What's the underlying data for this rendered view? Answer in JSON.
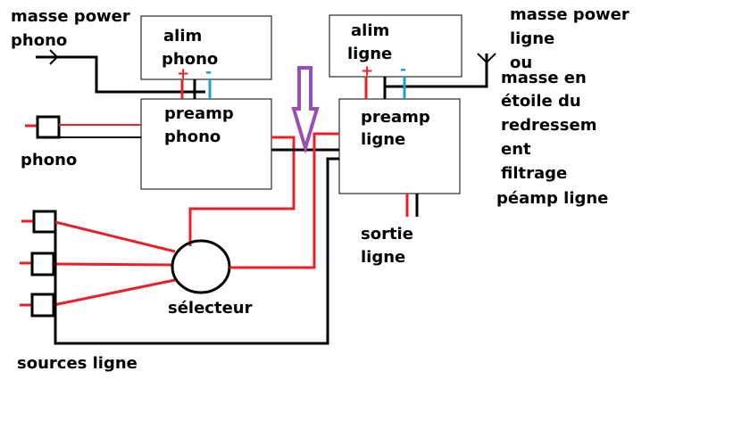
{
  "colors": {
    "ink": "#000000",
    "positive": "#e8202a",
    "negative": "#1aa0d8",
    "arrow": "#9b4fb4",
    "background": "#ffffff"
  },
  "labels": {
    "masse_power_phono": [
      "masse power",
      "phono"
    ],
    "alim_phono": [
      "alim",
      "phono"
    ],
    "alim_ligne": [
      "alim",
      "ligne"
    ],
    "masse_power_ligne": [
      "masse power",
      "ligne",
      "ou",
      "masse en",
      "étoile du",
      "redressem",
      "ent",
      "filtrage",
      "péamp ligne"
    ],
    "preamp_phono": [
      "preamp",
      "phono"
    ],
    "preamp_ligne": [
      "preamp",
      "ligne"
    ],
    "phono": "phono",
    "selecteur": "sélecteur",
    "sortie_ligne": [
      "sortie",
      "ligne"
    ],
    "sources_ligne": "sources ligne"
  },
  "polarity": {
    "plus": "+",
    "minus": "-"
  },
  "icons": [
    "ground-arrow-icon",
    "antenna-ground-icon",
    "down-arrow-icon",
    "jack-connector-icon",
    "selector-circle-icon"
  ]
}
